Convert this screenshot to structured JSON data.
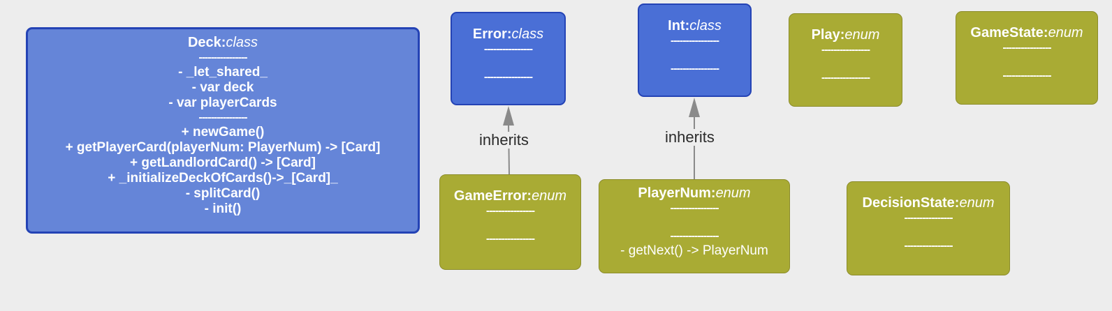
{
  "nodes": {
    "deck": {
      "name": "Deck",
      "kind": "class",
      "sep1": "----------------",
      "fields": [
        "- _let_shared_",
        "- var deck",
        "- var playerCards"
      ],
      "sep2": "----------------",
      "methods": [
        "+ newGame()",
        "+ getPlayerCard(playerNum: PlayerNum) -> [Card]",
        "+ getLandlordCard() -> [Card]",
        "+ _initializeDeckOfCards()->_[Card]_",
        "- splitCard()",
        "- init()"
      ]
    },
    "error": {
      "name": "Error",
      "kind": "class",
      "sep1": "----------------",
      "sep2": "----------------"
    },
    "int": {
      "name": "Int",
      "kind": "class",
      "sep1": "----------------",
      "sep2": "----------------"
    },
    "play": {
      "name": "Play",
      "kind": "enum",
      "sep1": "----------------",
      "sep2": "----------------"
    },
    "gamestate": {
      "name": "GameState",
      "kind": "enum",
      "sep1": "----------------",
      "sep2": "----------------"
    },
    "gameerror": {
      "name": "GameError",
      "kind": "enum",
      "sep1": "----------------",
      "sep2": "----------------"
    },
    "playernum": {
      "name": "PlayerNum",
      "kind": "enum",
      "sep1": "----------------",
      "sep2": "----------------",
      "methods": [
        "- getNext() -> PlayerNum"
      ]
    },
    "decisionstate": {
      "name": "DecisionState",
      "kind": "enum",
      "sep1": "----------------",
      "sep2": "----------------"
    }
  },
  "edges": [
    {
      "from": "GameError",
      "to": "Error",
      "label": "inherits"
    },
    {
      "from": "PlayerNum",
      "to": "Int",
      "label": "inherits"
    }
  ],
  "colors": {
    "class_fill": "#4a6fd6",
    "class_border": "#2443b5",
    "deck_fill": "#6585d8",
    "enum_fill": "#a9ab34",
    "enum_border": "#8b8c2a",
    "edge": "#8a8a8a",
    "background": "#ededed"
  }
}
